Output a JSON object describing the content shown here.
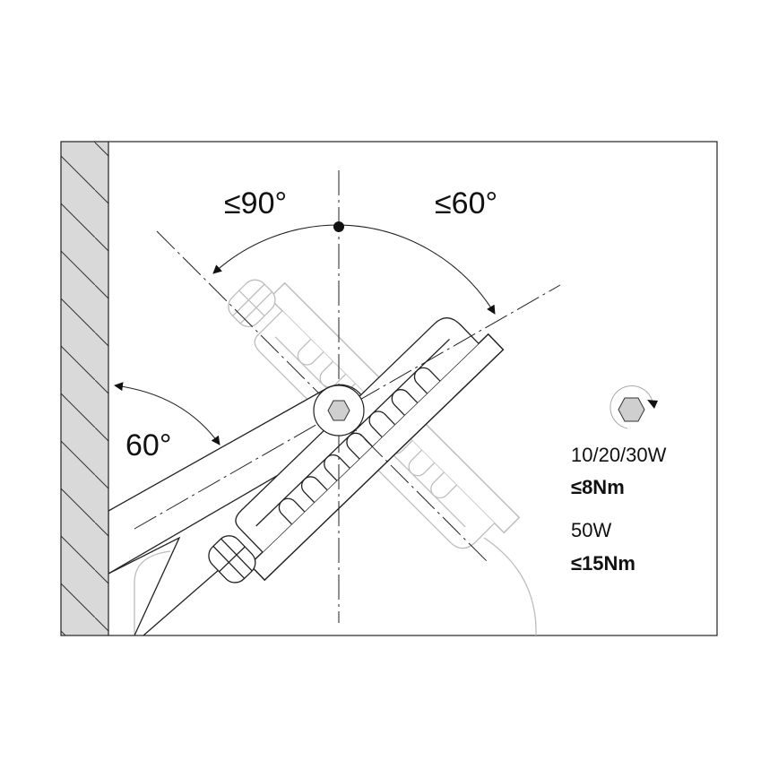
{
  "angles": {
    "tilt_back": "≤90°",
    "tilt_forward": "≤60°",
    "arm_angle": "60°"
  },
  "torque": {
    "icon": "hex-bolt-rotate-icon",
    "spec1_model": "10/20/30W",
    "spec1_torque": "≤8Nm",
    "spec2_model": "50W",
    "spec2_torque": "≤15Nm"
  },
  "colors": {
    "line": "#222222",
    "ghost": "#bdbdbd",
    "wall": "#d9d9d9",
    "bolt": "#cfcfcf"
  }
}
